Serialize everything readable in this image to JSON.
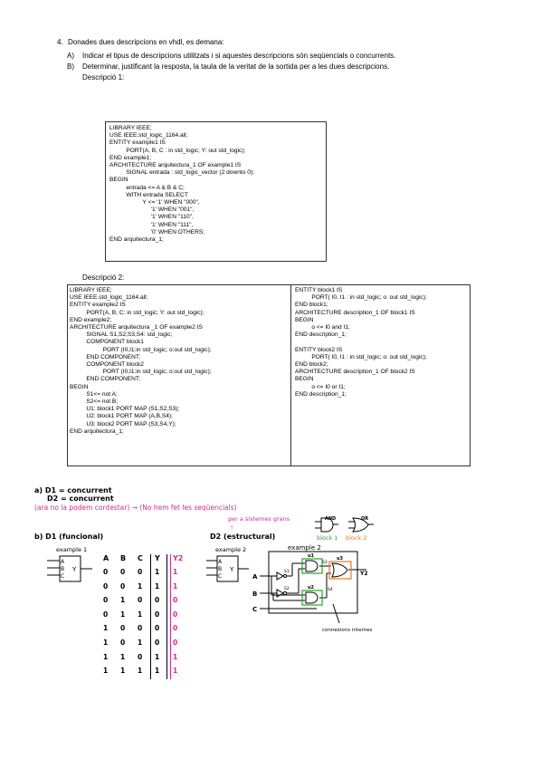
{
  "question": {
    "number": "4.",
    "intro": "Donades dues descripcions en vhdl, es demana:",
    "a_label": "A)",
    "a_text": "Indicar el tipus de descripcions utilitzats i si aquestes descripcions són seqüencials o concurrents.",
    "b_label": "B)",
    "b_text": "Determinar, justificant la resposta, la taula de la veritat de la sortida per a les dues descripcions.",
    "desc1_label": "Descripció 1:",
    "desc2_label": "Descripció 2:"
  },
  "code1": [
    "LIBRARY IEEE;",
    "USE IEEE.std_logic_1164.all;",
    "ENTITY example1 IS",
    "          PORT(A, B, C : in std_logic; Y: out std_logic);",
    "END example1;",
    "ARCHITECTURE arquitectura_1 OF example1 IS",
    "          SIGNAL entrada : std_logic_vector (2 downto 0);",
    "BEGIN",
    "          entrada <= A & B & C;",
    "          WITH entrada SELECT",
    "                    Y <= '1' WHEN \"000\",",
    "                         '1' WHEN \"001\",",
    "                         '1' WHEN \"110\",",
    "                         '1' WHEN \"111\",",
    "                         '0' WHEN OTHERS;",
    "END arquitectura_1;"
  ],
  "code2_left": [
    "LIBRARY IEEE;",
    "USE IEEE.std_logic_1164.all;",
    "ENTITY example2 IS",
    "          PORT(A, B, C: in std_logic; Y: out std_logic);",
    "END example2;",
    "ARCHITECTURE arquitectura _1 OF example2 IS",
    "          SIGNAL S1,S2,S3,S4: std_logic;",
    "          COMPONENT block1",
    "                    PORT (I0,I1:in std_logic; o:out std_logic);",
    "          END COMPONENT;",
    "          COMPONENT block2",
    "                    PORT (I0,I1:in std_logic; o:out std_logic);",
    "          END COMPONENT;",
    "BEGIN",
    "          S1<= not A;",
    "          S2<= not B;",
    "          U1: block1 PORT MAP (S1,S2,S3);",
    "          U2: block1 PORT MAP (A,B,S4);",
    "          U3: block2 PORT MAP (S3,S4,Y);",
    "END arquitectura_1;"
  ],
  "code2_right": [
    "ENTITY block1 IS",
    "          PORT( I0, I1 : in std_logic; o: out std_logic);",
    "END block1;",
    "ARCHITECTURE description_1 OF block1 IS",
    "BEGIN",
    "          o <= I0 and I1;",
    "END description_1;",
    "",
    "ENTITY block2 IS",
    "          PORT( I0, I1 : in std_logic; o: out std_logic);",
    "END block2;",
    "ARCHITECTURE description_1 OF block2 IS",
    "BEGIN",
    "          o <= I0 or I1;",
    "END description_1;"
  ],
  "handwritten": {
    "a_line1": "a) D1 = concurrent",
    "a_line2": "D2 = concurrent",
    "note": "(ara no la podem contestar) → (No hem fet les seqüencials)",
    "b_d1": "b) D1 (funcional)",
    "d2": "D2 (estructural)",
    "per_note": "per a sistemes grans",
    "and_label": "AND",
    "or_label": "OR",
    "block1_label": "block 1",
    "block2_label": "block 2",
    "example1": "example 1",
    "example2_small": "example 2",
    "example2_big": "example 2",
    "connexions": "connexions internes",
    "u1": "u1",
    "u2": "u2",
    "u3": "u3",
    "s1": "S1",
    "s2": "S2",
    "s3": "S3",
    "s4": "S4",
    "y2": "Y2",
    "box_y": "Y",
    "in_a": "A",
    "in_b": "B",
    "in_c": "C"
  },
  "truth_table": {
    "headers": [
      "A",
      "B",
      "C",
      "Y",
      "Y2"
    ],
    "rows": [
      [
        "0",
        "0",
        "0",
        "1",
        "1"
      ],
      [
        "0",
        "0",
        "1",
        "1",
        "1"
      ],
      [
        "0",
        "1",
        "0",
        "0",
        "0"
      ],
      [
        "0",
        "1",
        "1",
        "0",
        "0"
      ],
      [
        "1",
        "0",
        "0",
        "0",
        "0"
      ],
      [
        "1",
        "0",
        "1",
        "0",
        "0"
      ],
      [
        "1",
        "1",
        "0",
        "1",
        "1"
      ],
      [
        "1",
        "1",
        "1",
        "1",
        "1"
      ]
    ]
  },
  "colors": {
    "pink": "#d12a8c",
    "orange": "#e87a1a",
    "green": "#2aa32a"
  }
}
